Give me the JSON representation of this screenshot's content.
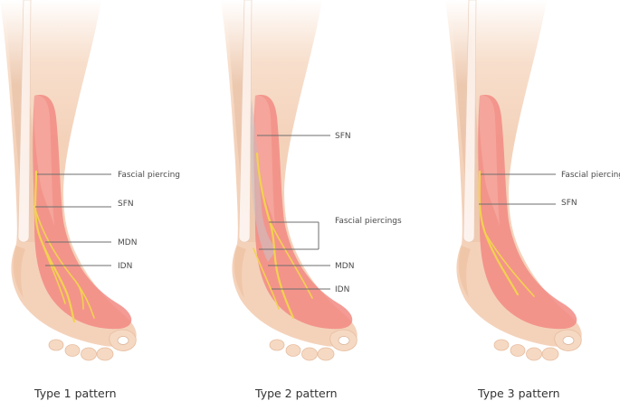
{
  "panels": [
    {
      "caption": "Type 1 pattern",
      "labels": [
        "Fascial piercing",
        "SFN",
        "MDN",
        "IDN"
      ]
    },
    {
      "caption": "Type 2 pattern",
      "labels": [
        "SFN",
        "Fascial piercings",
        "MDN",
        "IDN"
      ]
    },
    {
      "caption": "Type 3 pattern",
      "labels": [
        "Fascial piercing",
        "SFN"
      ]
    }
  ],
  "colors": {
    "skin": "#f6d9c3",
    "skin_shade": "#eec8ad",
    "fascia": "#f28a82",
    "fascia_light": "#f5a9a0",
    "nerve": "#f2d250",
    "lead_line": "#6e6e6e"
  }
}
